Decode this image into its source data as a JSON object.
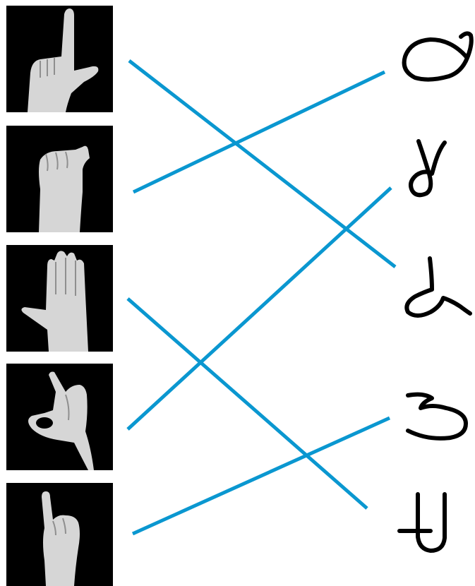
{
  "colors": {
    "background": "#ffffff",
    "tile": "#000000",
    "hand": "#dcdcdc",
    "hand_shadow": "#9a9a9a",
    "connector": "#0a97d0",
    "glyph": "#000000"
  },
  "hand_signs": [
    {
      "id": "sign-1",
      "icon": "hand-sign-l-shape-icon"
    },
    {
      "id": "sign-2",
      "icon": "hand-sign-fist-thumb-up-icon"
    },
    {
      "id": "sign-3",
      "icon": "hand-sign-open-palm-thumb-out-icon"
    },
    {
      "id": "sign-4",
      "icon": "hand-sign-ok-circle-icon"
    },
    {
      "id": "sign-5",
      "icon": "hand-sign-index-finger-up-icon"
    }
  ],
  "letters": [
    {
      "id": "letter-1",
      "icon": "script-letter-1-icon"
    },
    {
      "id": "letter-2",
      "icon": "script-letter-2-icon"
    },
    {
      "id": "letter-3",
      "icon": "script-letter-3-icon"
    },
    {
      "id": "letter-4",
      "icon": "script-letter-4-icon"
    },
    {
      "id": "letter-5",
      "icon": "script-letter-5-icon"
    }
  ],
  "matches": [
    {
      "sign": 1,
      "letter": 3
    },
    {
      "sign": 2,
      "letter": 1
    },
    {
      "sign": 3,
      "letter": 5
    },
    {
      "sign": 4,
      "letter": 2
    },
    {
      "sign": 5,
      "letter": 4
    }
  ]
}
